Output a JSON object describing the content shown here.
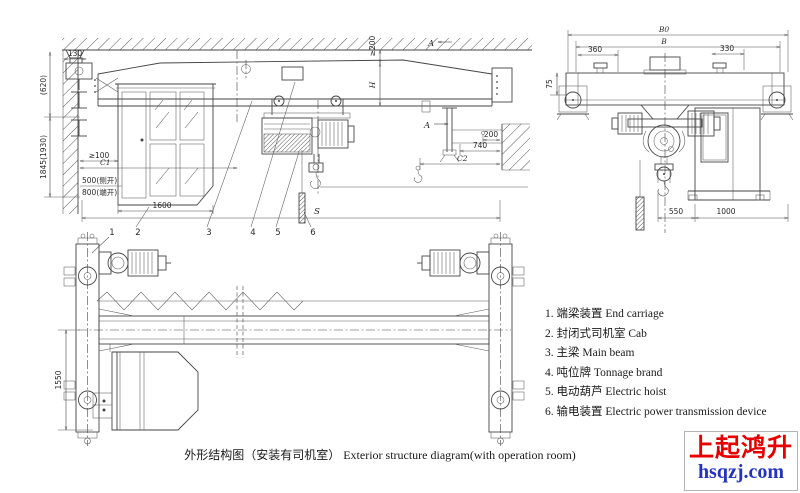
{
  "drawing": {
    "side": {
      "d130": "130",
      "d620": "(620)",
      "d1845": "1845(1930)",
      "dge100": "≥100",
      "dC1": "C1",
      "d500": "500(侧开)",
      "d800": "800(端开)",
      "d1600": "1600",
      "dge200": "≥200",
      "dH": "H",
      "dA": "A",
      "d200": "200",
      "d740": "740",
      "dC2": "C2",
      "dS": "S",
      "callouts": [
        "1",
        "2",
        "3",
        "4",
        "5",
        "6"
      ]
    },
    "plan": {
      "d1550": "1550"
    },
    "end": {
      "dB0": "B0",
      "dB": "B",
      "d360": "360",
      "d330": "330",
      "d75": "75",
      "d550": "550",
      "d1000": "1000"
    }
  },
  "legend": {
    "items": [
      {
        "num": "1.",
        "zh": "端梁装置",
        "en": "End carriage"
      },
      {
        "num": "2.",
        "zh": "封闭式司机室",
        "en": "Cab"
      },
      {
        "num": "3.",
        "zh": "主梁",
        "en": "Main beam"
      },
      {
        "num": "4.",
        "zh": "吨位牌",
        "en": "Tonnage brand"
      },
      {
        "num": "5.",
        "zh": "电动葫芦",
        "en": "Electric hoist"
      },
      {
        "num": "6.",
        "zh": "输电装置",
        "en": "Electric power transmission device"
      }
    ]
  },
  "caption": {
    "zh": "外形结构图（安装有司机室）",
    "en": "Exterior structure diagram(with operation room)"
  },
  "logo": {
    "title": "上起鸿升",
    "domain": "hsqzj.com",
    "title_color": "#e60000",
    "domain_color": "#2333c0"
  }
}
